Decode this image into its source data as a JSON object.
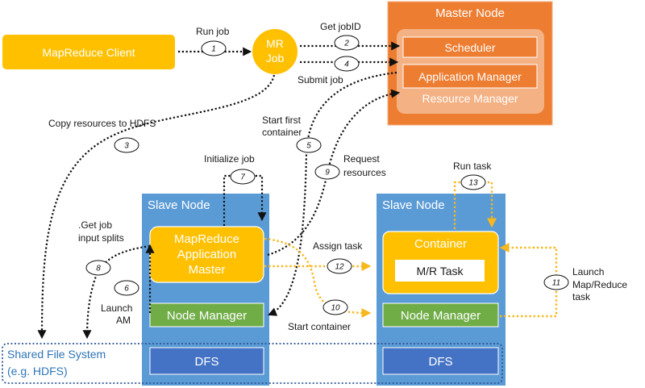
{
  "nodes": {
    "client": "MapReduce Client",
    "mr_job_line1": "MR",
    "mr_job_line2": "Job",
    "master_title": "Master Node",
    "scheduler": "Scheduler",
    "app_manager": "Application Manager",
    "resource_manager": "Resource Manager",
    "slave1_title": "Slave Node",
    "slave2_title": "Slave Node",
    "app_master_line1": "MapReduce",
    "app_master_line2": "Application",
    "app_master_line3": "Master",
    "node_manager_1": "Node Manager",
    "node_manager_2": "Node Manager",
    "dfs_1": "DFS",
    "dfs_2": "DFS",
    "container": "Container",
    "mr_task": "M/R Task",
    "shared_fs_line1": "Shared File System",
    "shared_fs_line2": "(e.g. HDFS)"
  },
  "steps": [
    {
      "num": "1",
      "label": "Run job"
    },
    {
      "num": "2",
      "label": "Get jobID"
    },
    {
      "num": "3",
      "label": "Copy resources to HDFS"
    },
    {
      "num": "4",
      "label": "Submit job"
    },
    {
      "num": "5",
      "label_line1": "Start first",
      "label_line2": "container"
    },
    {
      "num": "6",
      "label_line1": "Launch",
      "label_line2": "AM"
    },
    {
      "num": "7",
      "label": "Initialize job"
    },
    {
      "num": "8",
      "label_line1": ".Get job",
      "label_line2": "input splits"
    },
    {
      "num": "9",
      "label_line1": "Request",
      "label_line2": "resources"
    },
    {
      "num": "10",
      "label": "Start container"
    },
    {
      "num": "11",
      "label_line1": "Launch",
      "label_line2": "Map/Reduce",
      "label_line3": "task"
    },
    {
      "num": "12",
      "label": "Assign task"
    },
    {
      "num": "13",
      "label": "Run task"
    }
  ],
  "colors": {
    "client": "#ffc000",
    "master": "#ed7d31",
    "slave": "#5b9bd5",
    "green": "#70ad47",
    "dfs": "#4472c4",
    "arrow_black": "#111111",
    "arrow_orange": "#f6b81c"
  }
}
